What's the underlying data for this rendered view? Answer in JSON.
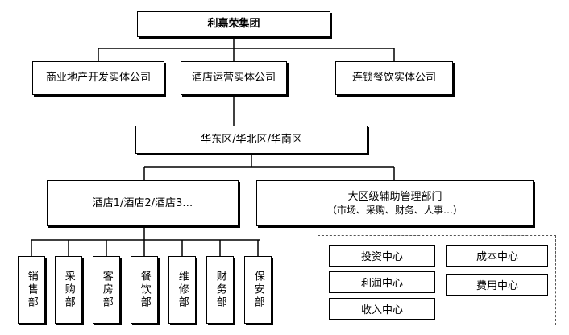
{
  "root": "利嘉荣集团",
  "entities": [
    "商业地产开发实体公司",
    "酒店运营实体公司",
    "连锁餐饮实体公司"
  ],
  "regions": "华东区/华北区/华南区",
  "hotels": "酒店1/酒店2/酒店3…",
  "support": {
    "title": "大区级辅助管理部门",
    "detail": "（市场、采购、财务、人事…）"
  },
  "departments": [
    "销售部",
    "采购部",
    "客房部",
    "餐饮部",
    "维修部",
    "财务部",
    "保安部"
  ],
  "centers": [
    "投资中心",
    "成本中心",
    "利润中心",
    "费用中心",
    "收入中心"
  ],
  "colors": {
    "line": "#000000",
    "box_border": "#000000",
    "dashed_border": "#555555"
  }
}
